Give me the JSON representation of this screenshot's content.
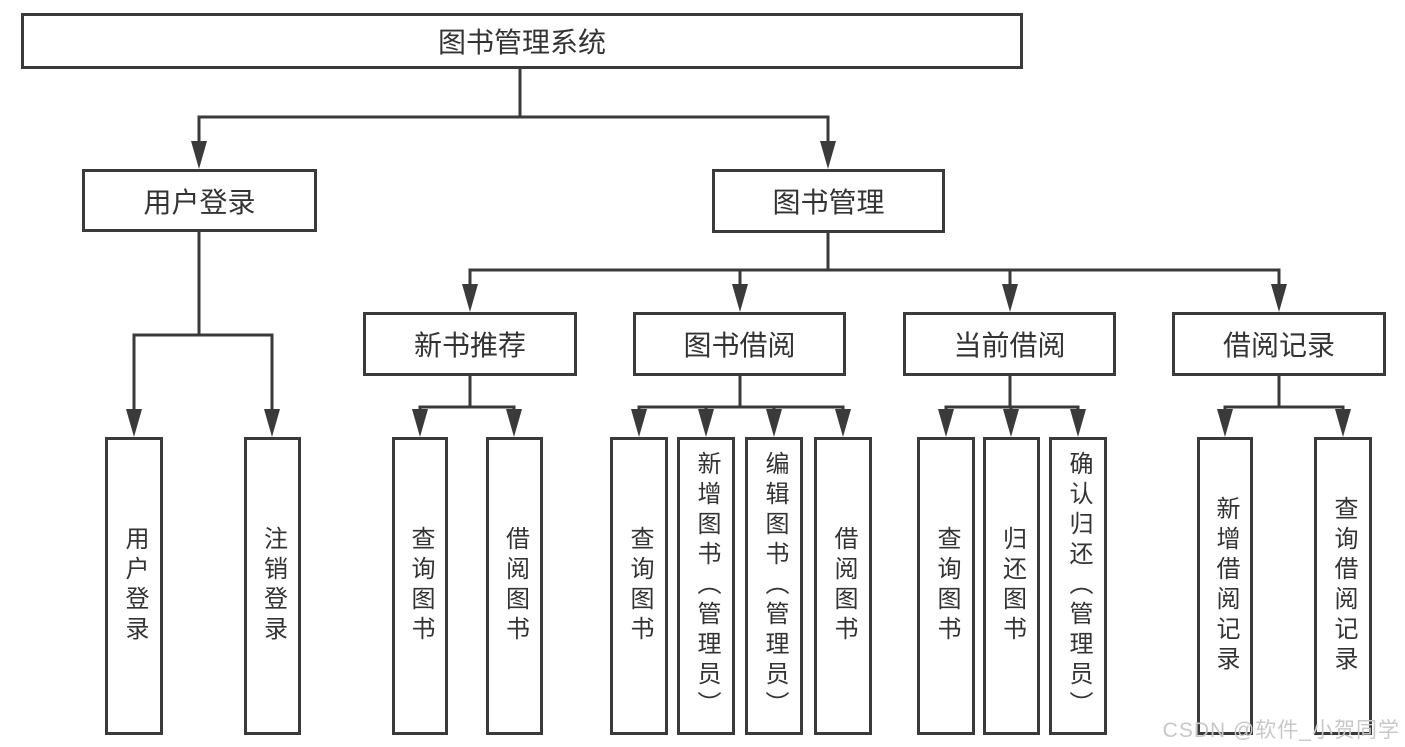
{
  "tree": {
    "root": {
      "label": "图书管理系统"
    },
    "branches": [
      {
        "label": "用户登录",
        "children": [
          {
            "label": "用户登录"
          },
          {
            "label": "注销登录"
          }
        ]
      },
      {
        "label": "图书管理",
        "children": [
          {
            "label": "新书推荐",
            "children": [
              {
                "label": "查询图书"
              },
              {
                "label": "借阅图书"
              }
            ]
          },
          {
            "label": "图书借阅",
            "children": [
              {
                "label": "查询图书"
              },
              {
                "label": "新增图书（管理员）"
              },
              {
                "label": "编辑图书（管理员）"
              },
              {
                "label": "借阅图书"
              }
            ]
          },
          {
            "label": "当前借阅",
            "children": [
              {
                "label": "查询图书"
              },
              {
                "label": "归还图书"
              },
              {
                "label": "确认归还（管理员）"
              }
            ]
          },
          {
            "label": "借阅记录",
            "children": [
              {
                "label": "新增借阅记录"
              },
              {
                "label": "查询借阅记录"
              }
            ]
          }
        ]
      }
    ]
  },
  "watermark": {
    "text": "CSDN @软件_小贺同学"
  },
  "colors": {
    "line": "#3a3a3a",
    "text": "#333333",
    "background": "#ffffff",
    "watermark": "#c8c8c8"
  }
}
